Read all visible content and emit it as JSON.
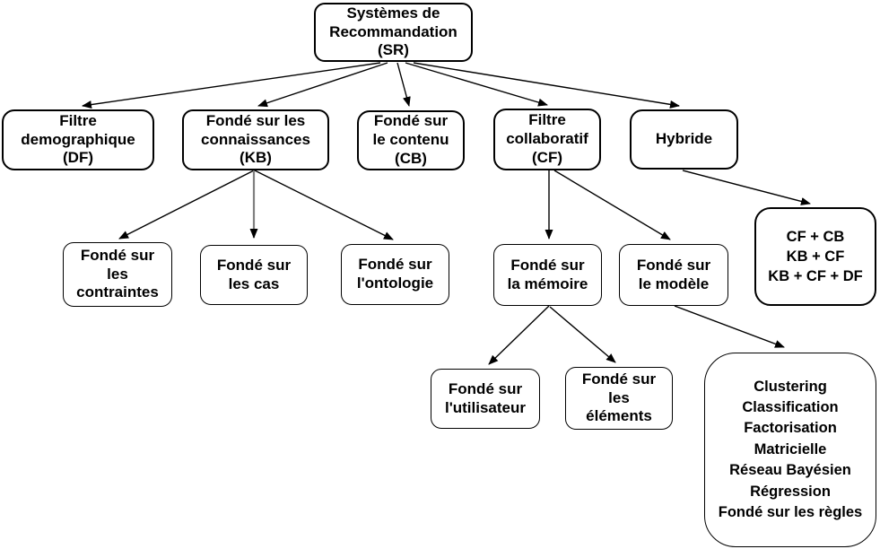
{
  "diagram": {
    "title": "Systèmes de Recommandation (SR)",
    "nodes": {
      "root": {
        "label": "Systèmes de\nRecommandation\n(SR)"
      },
      "df": {
        "label": "Filtre\ndemographique\n(DF)"
      },
      "kb": {
        "label": "Fondé sur les\nconnaissances\n(KB)"
      },
      "cb": {
        "label": "Fondé sur\nle contenu\n(CB)"
      },
      "cf": {
        "label": "Filtre\ncollaboratif\n(CF)"
      },
      "hybride": {
        "label": "Hybride"
      },
      "contraintes": {
        "label": "Fondé sur\nles\ncontraintes"
      },
      "cas": {
        "label": "Fondé sur\nles cas"
      },
      "ontologie": {
        "label": "Fondé sur\nl'ontologie"
      },
      "memoire": {
        "label": "Fondé sur\nla mémoire"
      },
      "modele": {
        "label": "Fondé sur\nle modèle"
      },
      "combos": {
        "label": "CF + CB\nKB + CF\nKB + CF + DF"
      },
      "utilisateur": {
        "label": "Fondé sur\nl'utilisateur"
      },
      "elements": {
        "label": "Fondé sur\nles\néléments"
      },
      "methods": {
        "label": "Clustering\nClassification\nFactorisation\nMatricielle\nRéseau Bayésien\nRégression\nFondé sur les règles"
      }
    },
    "edges": [
      {
        "from": "root",
        "to": "df"
      },
      {
        "from": "root",
        "to": "kb"
      },
      {
        "from": "root",
        "to": "cb"
      },
      {
        "from": "root",
        "to": "cf"
      },
      {
        "from": "root",
        "to": "hybride"
      },
      {
        "from": "kb",
        "to": "contraintes"
      },
      {
        "from": "kb",
        "to": "cas",
        "style": "gray"
      },
      {
        "from": "kb",
        "to": "ontologie"
      },
      {
        "from": "cf",
        "to": "memoire"
      },
      {
        "from": "cf",
        "to": "modele"
      },
      {
        "from": "hybride",
        "to": "combos"
      },
      {
        "from": "memoire",
        "to": "utilisateur"
      },
      {
        "from": "memoire",
        "to": "elements"
      },
      {
        "from": "modele",
        "to": "methods"
      }
    ],
    "colors": {
      "background": "#ffffff",
      "box_fill": "#ffffff",
      "box_border": "#000000",
      "text": "#000000",
      "edge": "#000000",
      "edge_gray": "#808080"
    }
  }
}
